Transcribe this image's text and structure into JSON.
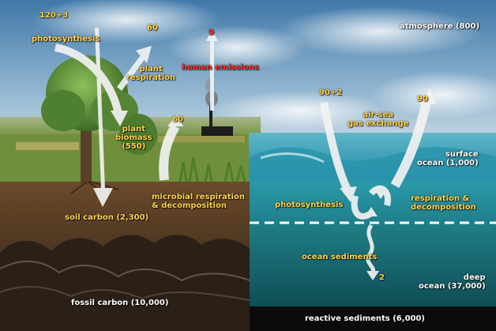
{
  "labels": {
    "photosynthesis_input": "120+3",
    "photosynthesis": "photosynthesis",
    "plant_respiration_value": "60",
    "plant_respiration": "plant\nrespiration",
    "human_emissions_value": "9",
    "human_emissions": "human emissions",
    "atmosphere": "atmosphere (800)",
    "plant_biomass": "plant\nbiomass\n(550)",
    "microbial_value": "60",
    "microbial_respiration": "microbial respiration\n& decomposition",
    "soil_carbon": "soil carbon (2,300)",
    "fossil_carbon": "fossil carbon (10,000)",
    "air_sea_in_value": "90+2",
    "air_sea_exchange": "air-sea\ngas exchange",
    "air_sea_out_value": "90",
    "surface_ocean": "surface\nocean (1,000)",
    "ocean_photosynthesis": "photosynthesis",
    "ocean_respiration": "respiration &\ndecomposition",
    "ocean_sediments": "ocean sediments",
    "ocean_sediments_value": "2",
    "deep_ocean": "deep\nocean (37,000)",
    "reactive_sediments": "reactive sediments (6,000)"
  },
  "colors": {
    "flux_value": "#ffd24a",
    "reservoir": "#ffffff",
    "human_emissions": "#ff2d2d"
  }
}
